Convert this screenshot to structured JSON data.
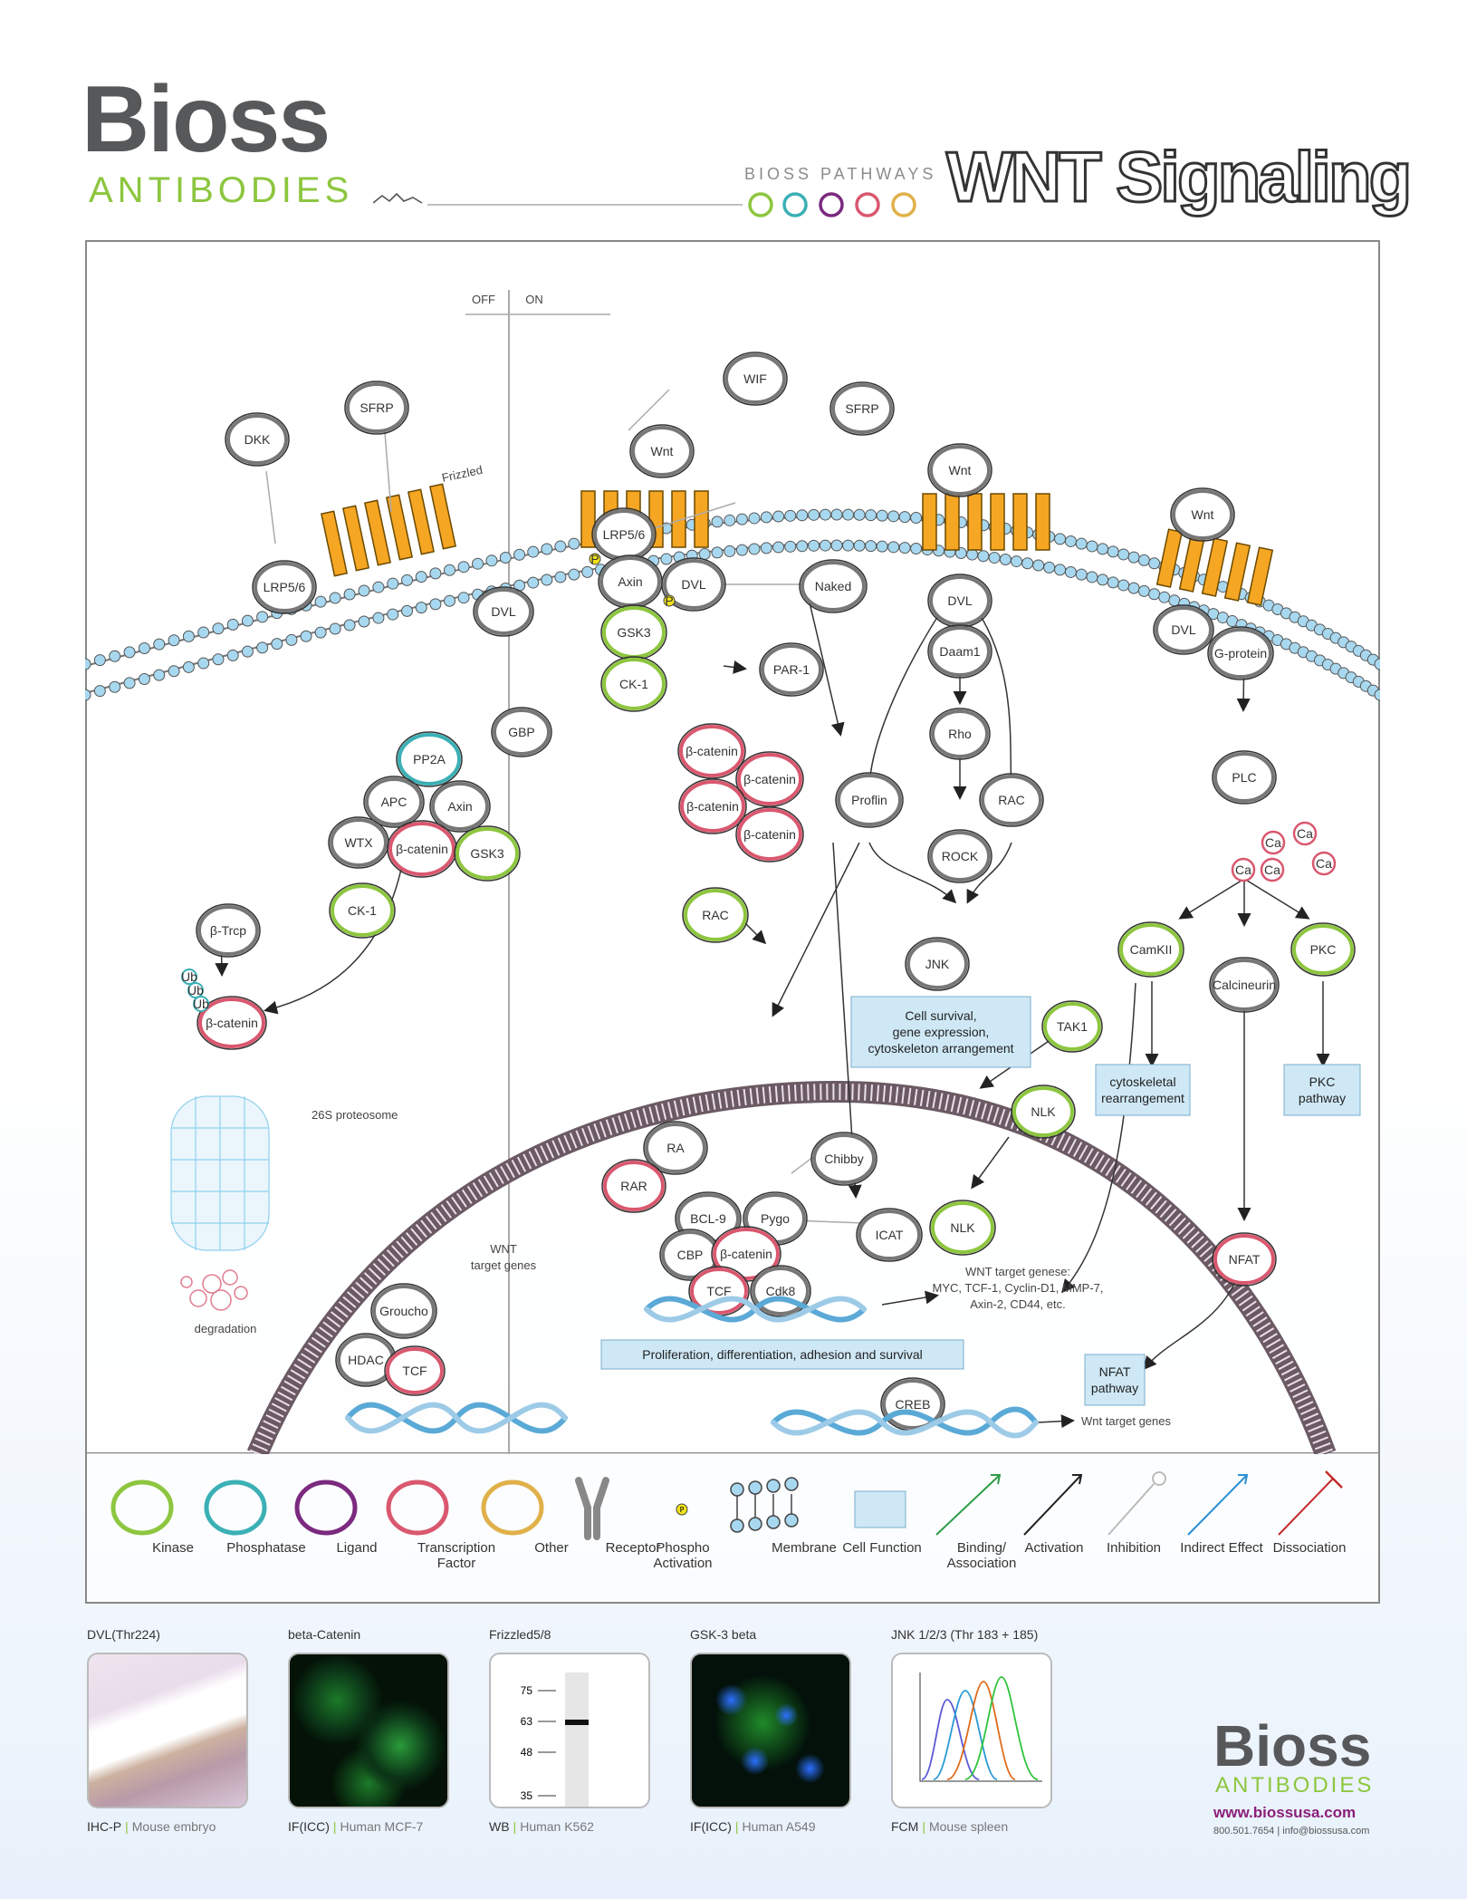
{
  "brand": {
    "name": "Bioss",
    "tagline": "ANTIBODIES"
  },
  "header": {
    "series": "BIOSS PATHWAYS",
    "title": "WNT Signaling"
  },
  "states": {
    "off": "OFF",
    "on": "ON"
  },
  "colors": {
    "kinase": "#8dc63f",
    "phosphatase": "#3bb0b5",
    "ligand": "#7b2a7f",
    "transcription_factor": "#d9586f",
    "other": "#e0b14a",
    "receptor": "#f5a623",
    "membrane": "#a8d8ef",
    "cell_function": "#cfe8f6",
    "binding": "#2e9d47",
    "activation": "#222222",
    "inhibition": "#bbbbbb",
    "indirect": "#2a8fd4",
    "dissociation": "#c42b2b"
  },
  "nodes": {
    "dkk": "DKK",
    "sfrp_off": "SFRP",
    "frizzled": "Frizzled",
    "lrp56_off": "LRP5/6",
    "dvl_off": "DVL",
    "gbp": "GBP",
    "pp2a": "PP2A",
    "apc": "APC",
    "axin_off": "Axin",
    "wtx": "WTX",
    "bcat_off": "β-catenin",
    "gsk3_off": "GSK3",
    "ck1_off": "CK-1",
    "btrcp": "β-Trcp",
    "ub": "Ub",
    "bcat_ub": "β-catenin",
    "proteosome": "26S proteosome",
    "degradation": "degradation",
    "wnt_target_off": "WNT\ntarget genes",
    "hdac": "HDAC",
    "groucho": "Groucho",
    "tcf_off": "TCF",
    "wif": "WIF",
    "sfrp_on": "SFRP",
    "wnt1": "Wnt",
    "lrp56_on": "LRP5/6",
    "axin_on": "Axin",
    "dvl1": "DVL",
    "naked": "Naked",
    "gsk3_on": "GSK3",
    "ck1_on": "CK-1",
    "par1": "PAR-1",
    "bcat1": "β-catenin",
    "bcat2": "β-catenin",
    "bcat3": "β-catenin",
    "bcat4": "β-catenin",
    "rac1": "RAC",
    "wnt2": "Wnt",
    "dvl2": "DVL",
    "daam1": "Daam1",
    "rho": "Rho",
    "proflin": "Proflin",
    "rac2": "RAC",
    "rock": "ROCK",
    "jnk": "JNK",
    "wnt3": "Wnt",
    "dvl3": "DVL",
    "gprotein": "G-protein",
    "plc": "PLC",
    "ca": "Ca",
    "camkii": "CamKII",
    "calcineurin": "Calcineurin",
    "pkc": "PKC",
    "tak1": "TAK1",
    "nlk1": "NLK",
    "nlk2": "NLK",
    "nfat": "NFAT",
    "ra": "RA",
    "rar": "RAR",
    "chibby": "Chibby",
    "bcl9": "BCL-9",
    "pygo": "Pygo",
    "icat": "ICAT",
    "cbp": "CBP",
    "bcat_nuc": "β-catenin",
    "tcf_on": "TCF",
    "cdk8": "Cdk8",
    "creb": "CREB",
    "wnt_genes": "Wnt target genes",
    "wnt_target_on": "WNT target genese:\nMYC, TCF-1, Cyclin-D1, MMP-7,\nAxin-2, CD44, etc."
  },
  "boxes": {
    "jnk_fn": "Cell survival,\ngene expression,\ncytoskeleton arrangement",
    "cyto_fn": "cytoskeletal\nrearrangement",
    "pkc_fn": "PKC\npathway",
    "nfat_fn": "NFAT\npathway",
    "prolif_fn": "Proliferation, differentiation, adhesion and survival"
  },
  "legend": [
    {
      "label": "Kinase",
      "icon": "ring-kinase"
    },
    {
      "label": "Phosphatase",
      "icon": "ring-phosphatase"
    },
    {
      "label": "Ligand",
      "icon": "ring-ligand"
    },
    {
      "label": "Transcription Factor",
      "icon": "ring-tf"
    },
    {
      "label": "Other",
      "icon": "ring-other"
    },
    {
      "label": "Receptor",
      "icon": "receptor-icon"
    },
    {
      "label": "Phospho\nActivation",
      "icon": "phospho-icon"
    },
    {
      "label": "Membrane",
      "icon": "membrane-icon"
    },
    {
      "label": "Cell Function",
      "icon": "cell-function-icon"
    },
    {
      "label": "Binding/\nAssociation",
      "icon": "binding-arrow-icon"
    },
    {
      "label": "Activation",
      "icon": "activation-arrow-icon"
    },
    {
      "label": "Inhibition",
      "icon": "inhibition-arrow-icon"
    },
    {
      "label": "Indirect Effect",
      "icon": "indirect-arrow-icon"
    },
    {
      "label": "Dissociation",
      "icon": "dissociation-arrow-icon"
    }
  ],
  "phospho": "P",
  "thumbnails": [
    {
      "title": "DVL(Thr224)",
      "method": "IHC-P",
      "sample": "Mouse embryo",
      "kind": "ihc-image"
    },
    {
      "title": "beta-Catenin",
      "method": "IF(ICC)",
      "sample": "Human MCF-7",
      "kind": "if-green-image"
    },
    {
      "title": "Frizzled5/8",
      "method": "WB",
      "sample": "Human K562",
      "kind": "western-blot-image",
      "markers": [
        "75",
        "63",
        "48",
        "35"
      ]
    },
    {
      "title": "GSK-3 beta",
      "method": "IF(ICC)",
      "sample": "Human A549",
      "kind": "if-blue-image"
    },
    {
      "title": "JNK 1/2/3 (Thr 183 + 185)",
      "method": "FCM",
      "sample": "Mouse spleen",
      "kind": "flow-histogram-image"
    }
  ],
  "footer": {
    "name": "Bioss",
    "tagline": "ANTIBODIES",
    "website": "www.biossusa.com",
    "contact": "800.501.7654  |  info@biossusa.com"
  }
}
